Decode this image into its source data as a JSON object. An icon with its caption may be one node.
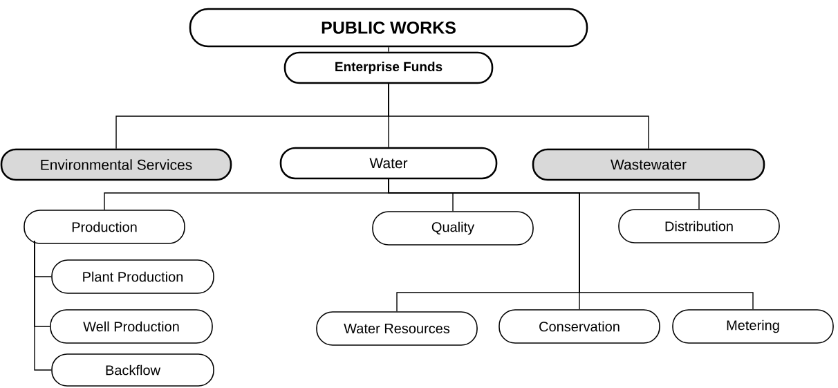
{
  "diagram": {
    "nodes": [
      {
        "text": [
          "PUBLIC WORKS"
        ]
      },
      {
        "text": [
          "Enterprise Funds"
        ]
      },
      {
        "text": [
          "Environmental Services"
        ]
      },
      {
        "text": [
          "Water"
        ]
      },
      {
        "text": [
          "Wastewater"
        ]
      },
      {
        "text": [
          "Production"
        ]
      },
      {
        "text": [
          "Quality"
        ]
      },
      {
        "text": [
          "Distribution"
        ]
      },
      {
        "text": [
          "Plant Production"
        ]
      },
      {
        "text": [
          "Well Production"
        ]
      },
      {
        "text": [
          "Backflow"
        ]
      },
      {
        "text": [
          "Water Resources"
        ]
      },
      {
        "text": [
          "Conservation"
        ]
      },
      {
        "text": [
          "Metering"
        ]
      }
    ],
    "edges": [
      {
        "from": 0,
        "to": 1,
        "arrow": "none"
      },
      {
        "from": 1,
        "to": 2,
        "arrow": "none"
      },
      {
        "from": 1,
        "to": 3,
        "arrow": "none"
      },
      {
        "from": 1,
        "to": 4,
        "arrow": "none"
      },
      {
        "from": 3,
        "to": 5,
        "arrow": "none"
      },
      {
        "from": 3,
        "to": 6,
        "arrow": "none"
      },
      {
        "from": 3,
        "to": 7,
        "arrow": "none"
      },
      {
        "from": 3,
        "to": 11,
        "arrow": "none"
      },
      {
        "from": 3,
        "to": 12,
        "arrow": "none"
      },
      {
        "from": 3,
        "to": 13,
        "arrow": "none"
      },
      {
        "from": 5,
        "to": 8,
        "arrow": "none"
      },
      {
        "from": 5,
        "to": 9,
        "arrow": "none"
      },
      {
        "from": 5,
        "to": 10,
        "arrow": "none"
      }
    ]
  }
}
